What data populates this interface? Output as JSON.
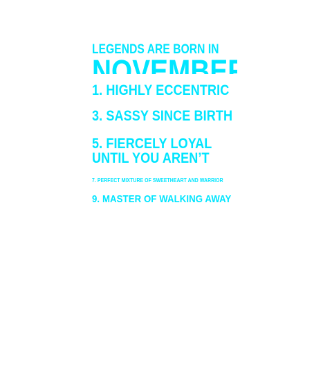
{
  "design": {
    "headline": "LEGENDS ARE BORN IN",
    "month": "NOVEMBER",
    "items": [
      "1. HIGHLY ECCENTRIC",
      "3. SASSY SINCE BIRTH",
      "5. FIERCELY LOYAL",
      "UNTIL YOU AREN’T",
      "7. PERFECT MIXTURE OF SWEETHEART AND WARRIOR",
      "9. MASTER OF WALKING AWAY"
    ],
    "colors": {
      "text": "#00e5ff",
      "background": "#ffffff"
    }
  }
}
